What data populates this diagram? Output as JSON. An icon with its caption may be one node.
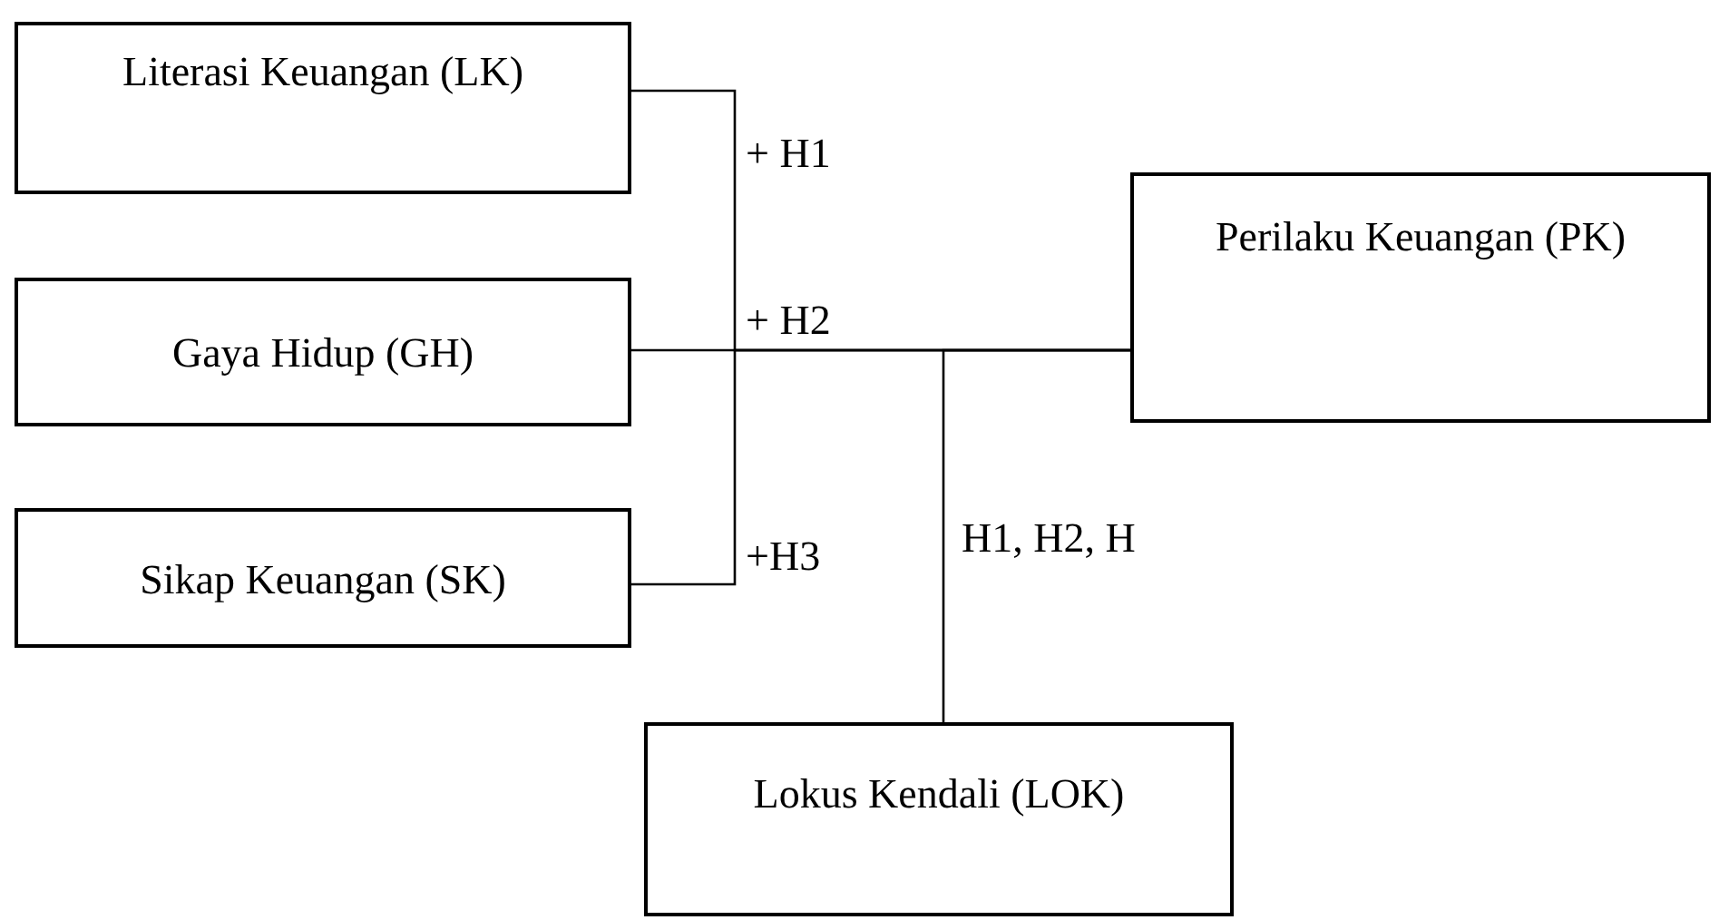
{
  "diagram": {
    "nodes": [
      {
        "text": [
          "Literasi Keuangan (LK)"
        ]
      },
      {
        "text": [
          "Gaya Hidup (GH)"
        ]
      },
      {
        "text": [
          "Sikap Keuangan (SK)"
        ]
      },
      {
        "text": [
          "Perilaku Keuangan (PK)"
        ]
      },
      {
        "text": [
          "Lokus Kendali (LOK)"
        ]
      }
    ],
    "edges": [
      {
        "from": 0,
        "to": 3,
        "arrow": "none",
        "label": "+ H1"
      },
      {
        "from": 1,
        "to": 3,
        "arrow": "none",
        "label": "+ H2"
      },
      {
        "from": 2,
        "to": 3,
        "arrow": "none",
        "label": "+H3"
      },
      {
        "from": 4,
        "to": 3,
        "arrow": "none",
        "label": "H1, H2, H"
      }
    ]
  }
}
